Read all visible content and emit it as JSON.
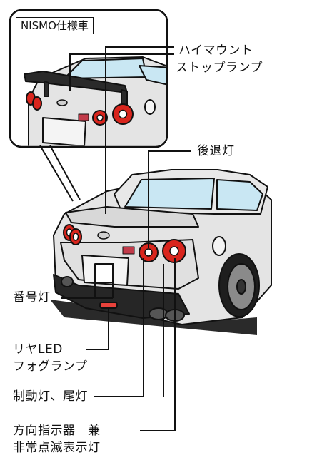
{
  "inset": {
    "title": "NISMO仕様車"
  },
  "labels": {
    "high_mount_line1": "ハイマウント",
    "high_mount_line2": "ストップランプ",
    "reverse": "後退灯",
    "license": "番号灯",
    "rear_fog_line1": "リヤLED",
    "rear_fog_line2": "フォグランプ",
    "brake_tail": "制動灯、尾灯",
    "turn_line1": "方向指示器　兼",
    "turn_line2": "非常点滅表示灯"
  },
  "colors": {
    "body": "#e4e4e4",
    "glass": "#c9e7f3",
    "lamp_red": "#d9251d",
    "fog_red": "#e8423b",
    "outline": "#111111",
    "dark": "#2a2a2a"
  },
  "icons": [
    "nismo-badge",
    "nissan-emblem",
    "gtr-badge"
  ]
}
